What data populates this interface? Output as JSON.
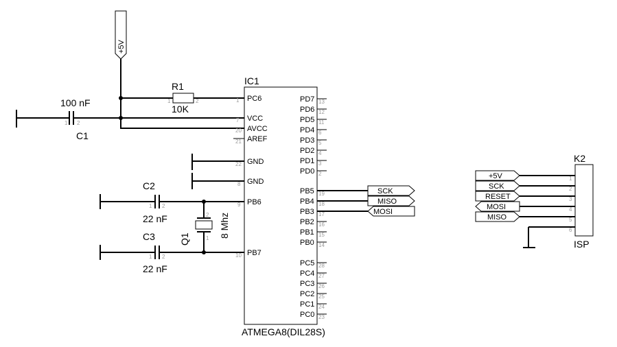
{
  "power_flag": "+5V",
  "c1": {
    "ref": "C1",
    "value": "100 nF",
    "pin1": "1",
    "pin2": "2"
  },
  "r1": {
    "ref": "R1",
    "value": "10K",
    "pin1": "1",
    "pin2": "2"
  },
  "c2": {
    "ref": "C2",
    "value": "22 nF",
    "pin1": "1",
    "pin2": "2"
  },
  "c3": {
    "ref": "C3",
    "value": "22 nF",
    "pin1": "1",
    "pin2": "2"
  },
  "q1": {
    "ref": "Q1",
    "value": "8 Mhz",
    "pin1": "1",
    "pin2": "2"
  },
  "ic1": {
    "ref": "IC1",
    "part": "ATMEGA8(DIL28S)",
    "left_pins": [
      {
        "name": "PC6",
        "num": "1"
      },
      {
        "name": "VCC",
        "num": "7"
      },
      {
        "name": "AVCC",
        "num": "20"
      },
      {
        "name": "AREF",
        "num": "21"
      },
      {
        "name": "GND",
        "num": "22"
      },
      {
        "name": "GND",
        "num": "8"
      },
      {
        "name": "PB6",
        "num": "9"
      },
      {
        "name": "PB7",
        "num": "10"
      }
    ],
    "right_pins": [
      {
        "name": "PD7",
        "num": "13"
      },
      {
        "name": "PD6",
        "num": "12"
      },
      {
        "name": "PD5",
        "num": "11"
      },
      {
        "name": "PD4",
        "num": "6"
      },
      {
        "name": "PD3",
        "num": "5"
      },
      {
        "name": "PD2",
        "num": "4"
      },
      {
        "name": "PD1",
        "num": "3"
      },
      {
        "name": "PD0",
        "num": "2"
      },
      {
        "name": "PB5",
        "num": "19"
      },
      {
        "name": "PB4",
        "num": "18"
      },
      {
        "name": "PB3",
        "num": "17"
      },
      {
        "name": "PB2",
        "num": "16"
      },
      {
        "name": "PB1",
        "num": "15"
      },
      {
        "name": "PB0",
        "num": "14"
      },
      {
        "name": "PC5",
        "num": "28"
      },
      {
        "name": "PC4",
        "num": "27"
      },
      {
        "name": "PC3",
        "num": "26"
      },
      {
        "name": "PC2",
        "num": "25"
      },
      {
        "name": "PC1",
        "num": "24"
      },
      {
        "name": "PC0",
        "num": "23"
      }
    ]
  },
  "ic_ports": [
    "SCK",
    "MISO",
    "MOSI"
  ],
  "k2": {
    "ref": "K2",
    "name": "ISP",
    "pins": [
      "1",
      "2",
      "3",
      "4",
      "5",
      "6"
    ],
    "ports": [
      "+5V",
      "SCK",
      "RESET",
      "MOSI",
      "MISO"
    ]
  }
}
